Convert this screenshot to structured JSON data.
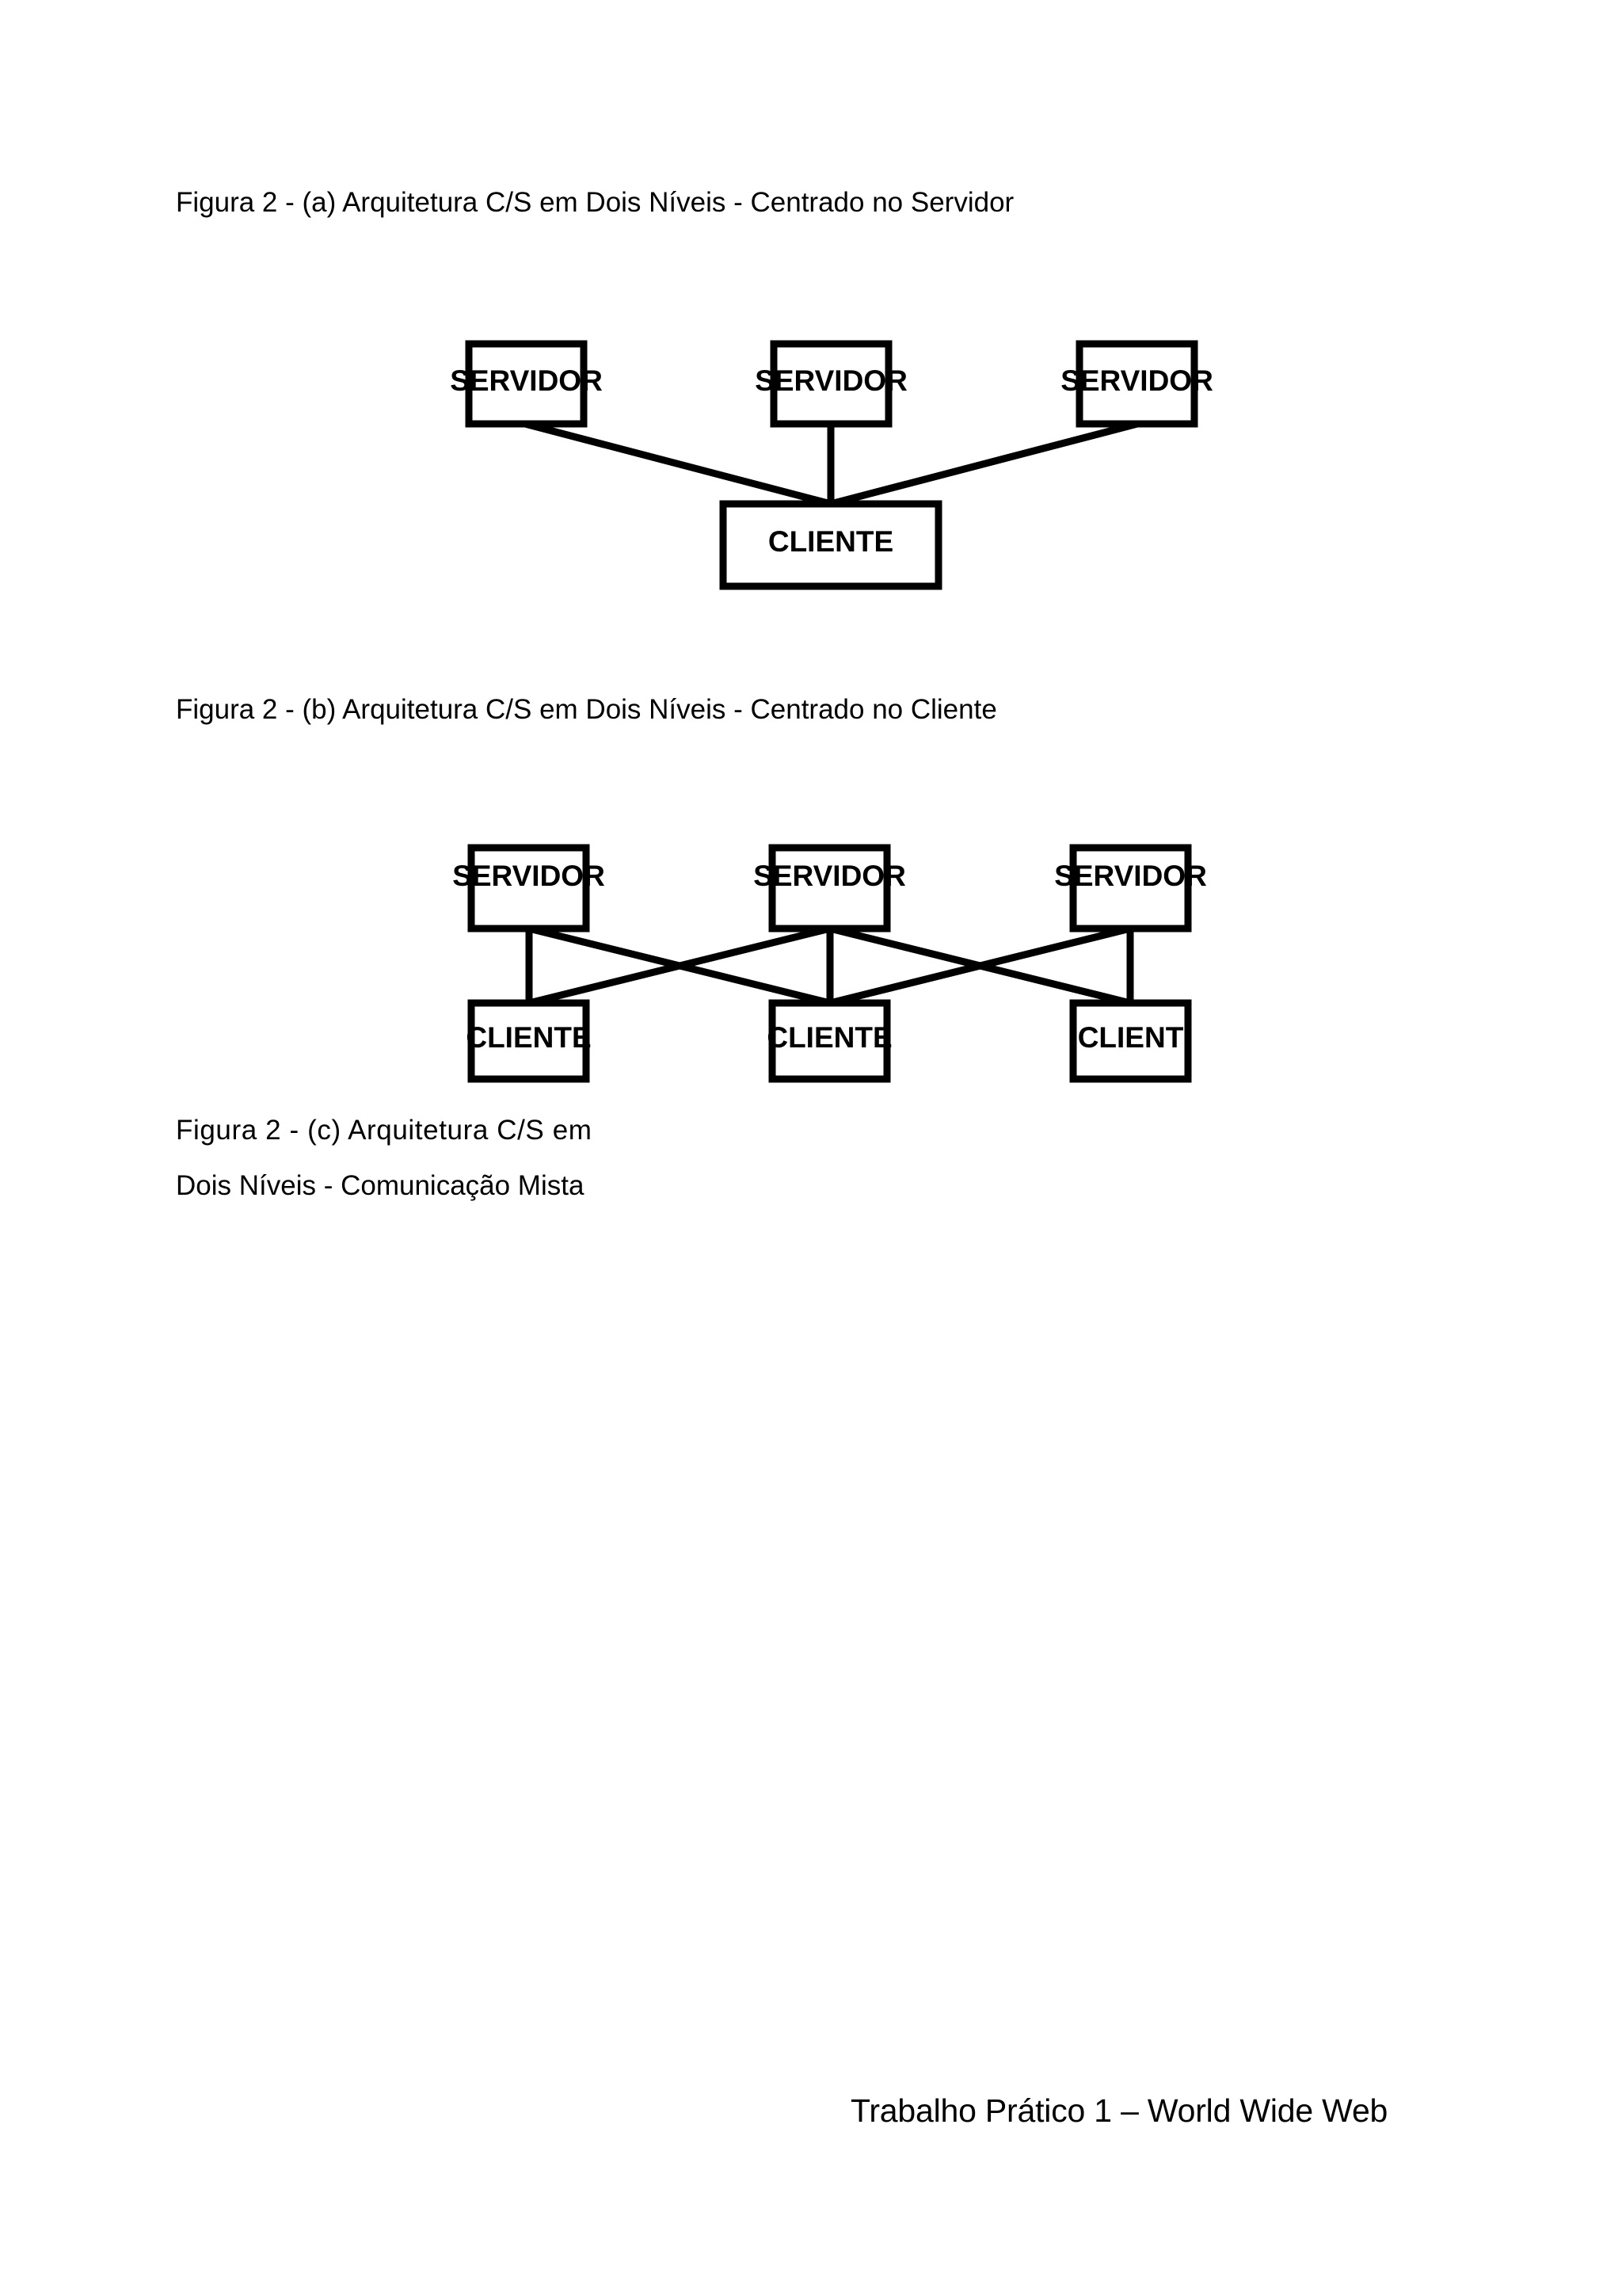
{
  "document": {
    "background_color": "#ffffff",
    "text_color": "#000000",
    "footer": "Trabalho Prático 1 – World Wide Web"
  },
  "figures": [
    {
      "id": "figura-2a",
      "caption": "Figura 2 - (a) Arquitetura C/S em Dois Níveis - Centrado no Servidor",
      "diagram_type": "node-link",
      "nodes": [
        {
          "id": "a-servidor-1",
          "label": "SERVIDOR",
          "role": "server",
          "row": "top",
          "column": 1
        },
        {
          "id": "a-servidor-2",
          "label": "SERVIDOR",
          "role": "server",
          "row": "top",
          "column": 2
        },
        {
          "id": "a-servidor-3",
          "label": "SERVIDOR",
          "role": "server",
          "row": "top",
          "column": 3
        },
        {
          "id": "a-cliente-1",
          "label": "CLIENTE",
          "role": "client",
          "row": "bottom",
          "column": 2
        }
      ],
      "edges": [
        {
          "from": "a-servidor-1",
          "to": "a-cliente-1"
        },
        {
          "from": "a-servidor-2",
          "to": "a-cliente-1"
        },
        {
          "from": "a-servidor-3",
          "to": "a-cliente-1"
        }
      ]
    },
    {
      "id": "figura-2b",
      "caption": "Figura 2 - (b) Arquitetura C/S em Dois Níveis - Centrado no Cliente",
      "diagram_type": "node-link",
      "nodes": [
        {
          "id": "b-servidor-1",
          "label": "SERVIDOR",
          "role": "server",
          "row": "top",
          "column": 1
        },
        {
          "id": "b-servidor-2",
          "label": "SERVIDOR",
          "role": "server",
          "row": "top",
          "column": 2
        },
        {
          "id": "b-servidor-3",
          "label": "SERVIDOR",
          "role": "server",
          "row": "top",
          "column": 3
        },
        {
          "id": "b-cliente-1",
          "label": "CLIENTE",
          "role": "client",
          "row": "bottom",
          "column": 1
        },
        {
          "id": "b-cliente-2",
          "label": "CLIENTE",
          "role": "client",
          "row": "bottom",
          "column": 2
        },
        {
          "id": "b-cliente-3",
          "label": "CLIENT",
          "role": "client",
          "row": "bottom",
          "column": 3
        }
      ],
      "edges": [
        {
          "from": "b-servidor-1",
          "to": "b-cliente-1"
        },
        {
          "from": "b-servidor-1",
          "to": "b-cliente-2"
        },
        {
          "from": "b-servidor-2",
          "to": "b-cliente-1"
        },
        {
          "from": "b-servidor-2",
          "to": "b-cliente-2"
        },
        {
          "from": "b-servidor-2",
          "to": "b-cliente-3"
        },
        {
          "from": "b-servidor-3",
          "to": "b-cliente-2"
        },
        {
          "from": "b-servidor-3",
          "to": "b-cliente-3"
        }
      ]
    },
    {
      "id": "figura-2c",
      "caption_line_1": "Figura 2 - (c) Arquitetura C/S em",
      "caption_line_2": "Dois Níveis - Comunicação Mista"
    }
  ]
}
